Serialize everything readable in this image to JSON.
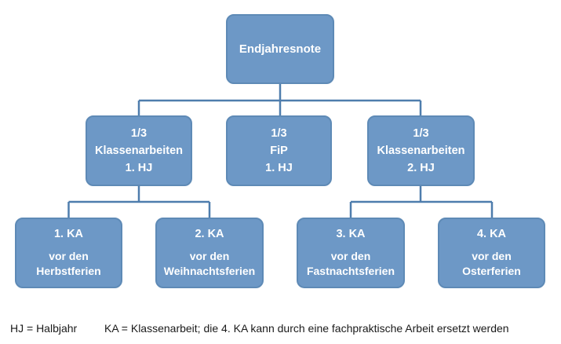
{
  "diagram": {
    "root": {
      "label": "Endjahresnote"
    },
    "level2": [
      {
        "lines": [
          "1/3",
          "Klassenarbeiten",
          "1. HJ"
        ]
      },
      {
        "lines": [
          "1/3",
          "FiP",
          "1. HJ"
        ]
      },
      {
        "lines": [
          "1/3",
          "Klassenarbeiten",
          "2. HJ"
        ]
      }
    ],
    "leaves": [
      {
        "title": "1. KA",
        "lines": [
          "vor den",
          "Herbstferien"
        ]
      },
      {
        "title": "2. KA",
        "lines": [
          "vor den",
          "Weihnachtsferien"
        ]
      },
      {
        "title": "3. KA",
        "lines": [
          "vor den",
          "Fastnachtsferien"
        ]
      },
      {
        "title": "4. KA",
        "lines": [
          "vor den",
          "Osterferien"
        ]
      }
    ],
    "colors": {
      "box_fill": "#6d98c6",
      "box_border": "#5e8ab6",
      "connector": "#4e7dad",
      "box_text": "#ffffff",
      "footnote_text": "#1a1a1a",
      "background": "#ffffff"
    }
  },
  "footnote": {
    "hj": "HJ = Halbjahr",
    "ka": "KA = Klassenarbeit; die 4. KA kann durch eine fachpraktische Arbeit ersetzt werden"
  }
}
